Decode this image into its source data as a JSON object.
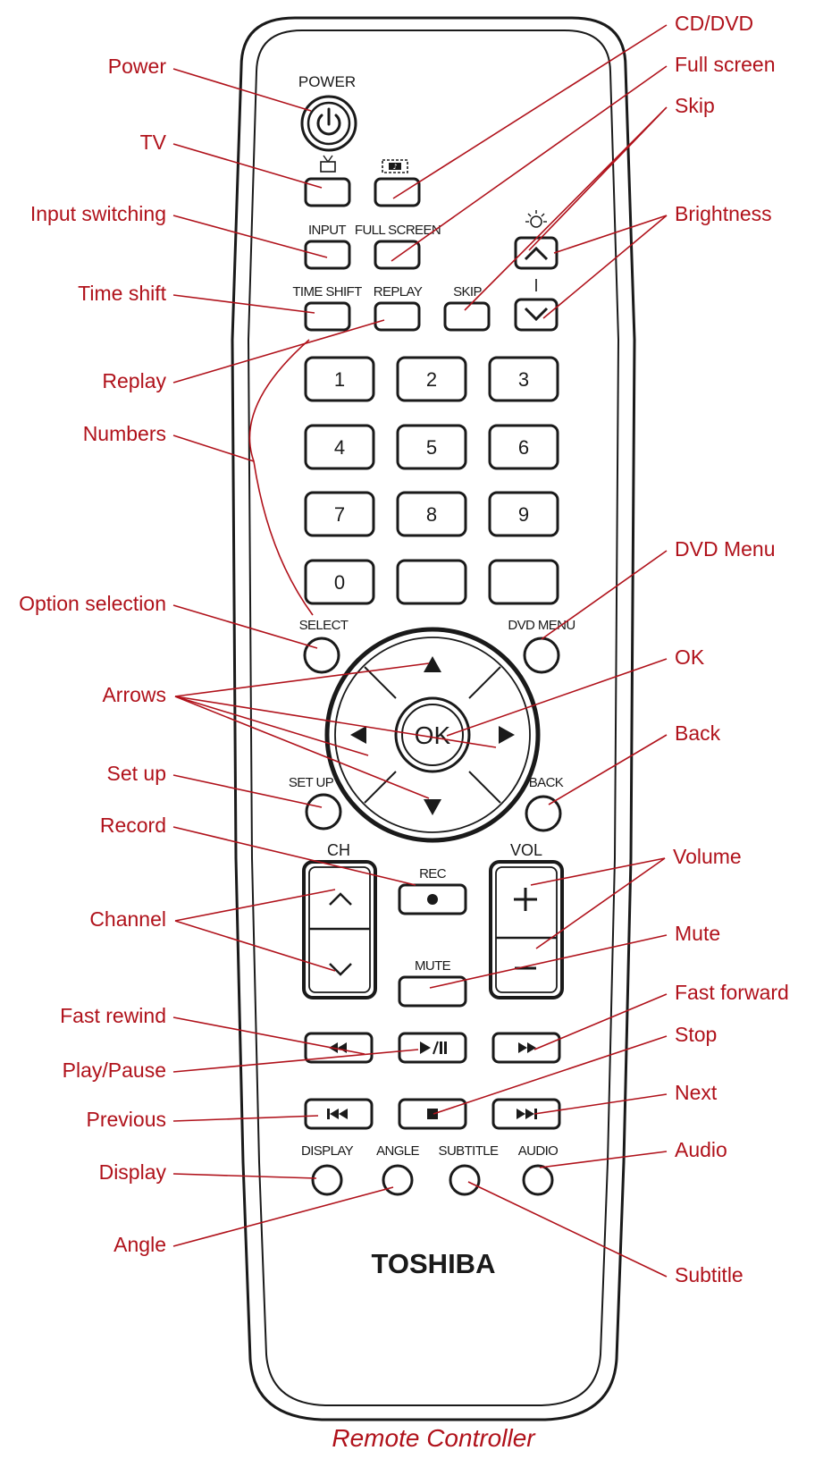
{
  "caption": "Remote Controller",
  "brand": "TOSHIBA",
  "colors": {
    "callout": "#b0121b",
    "ink": "#1a1a1a",
    "background": "#ffffff"
  },
  "remote_labels": {
    "power": "POWER",
    "input": "INPUT",
    "full_screen": "FULL SCREEN",
    "time_shift": "TIME SHIFT",
    "replay": "REPLAY",
    "skip": "SKIP",
    "select": "SELECT",
    "dvd_menu": "DVD MENU",
    "ok": "OK",
    "set_up": "SET UP",
    "back": "BACK",
    "ch": "CH",
    "vol": "VOL",
    "rec": "REC",
    "mute": "MUTE",
    "display": "DISPLAY",
    "angle": "ANGLE",
    "subtitle": "SUBTITLE",
    "audio": "AUDIO",
    "num_1": "1",
    "num_2": "2",
    "num_3": "3",
    "num_4": "4",
    "num_5": "5",
    "num_6": "6",
    "num_7": "7",
    "num_8": "8",
    "num_9": "9",
    "num_0": "0"
  },
  "icons": {
    "power": "power-icon",
    "tv": "tv-icon",
    "cd_dvd": "disc-film-icon",
    "brightness": "sun-icon",
    "arrows": "triangle-arrow-icons",
    "transport": [
      "rewind-icon",
      "play-pause-icon",
      "fast-forward-icon",
      "previous-icon",
      "stop-icon",
      "next-icon"
    ]
  },
  "callouts": {
    "left": [
      "Power",
      "TV",
      "Input switching",
      "Time shift",
      "Replay",
      "Numbers",
      "Option selection",
      "Arrows",
      "Set up",
      "Record",
      "Channel",
      "Fast rewind",
      "Play/Pause",
      "Previous",
      "Display",
      "Angle"
    ],
    "right": [
      "CD/DVD",
      "Full screen",
      "Skip",
      "Brightness",
      "DVD Menu",
      "OK",
      "Back",
      "Volume",
      "Mute",
      "Fast forward",
      "Stop",
      "Next",
      "Audio",
      "Subtitle"
    ]
  }
}
